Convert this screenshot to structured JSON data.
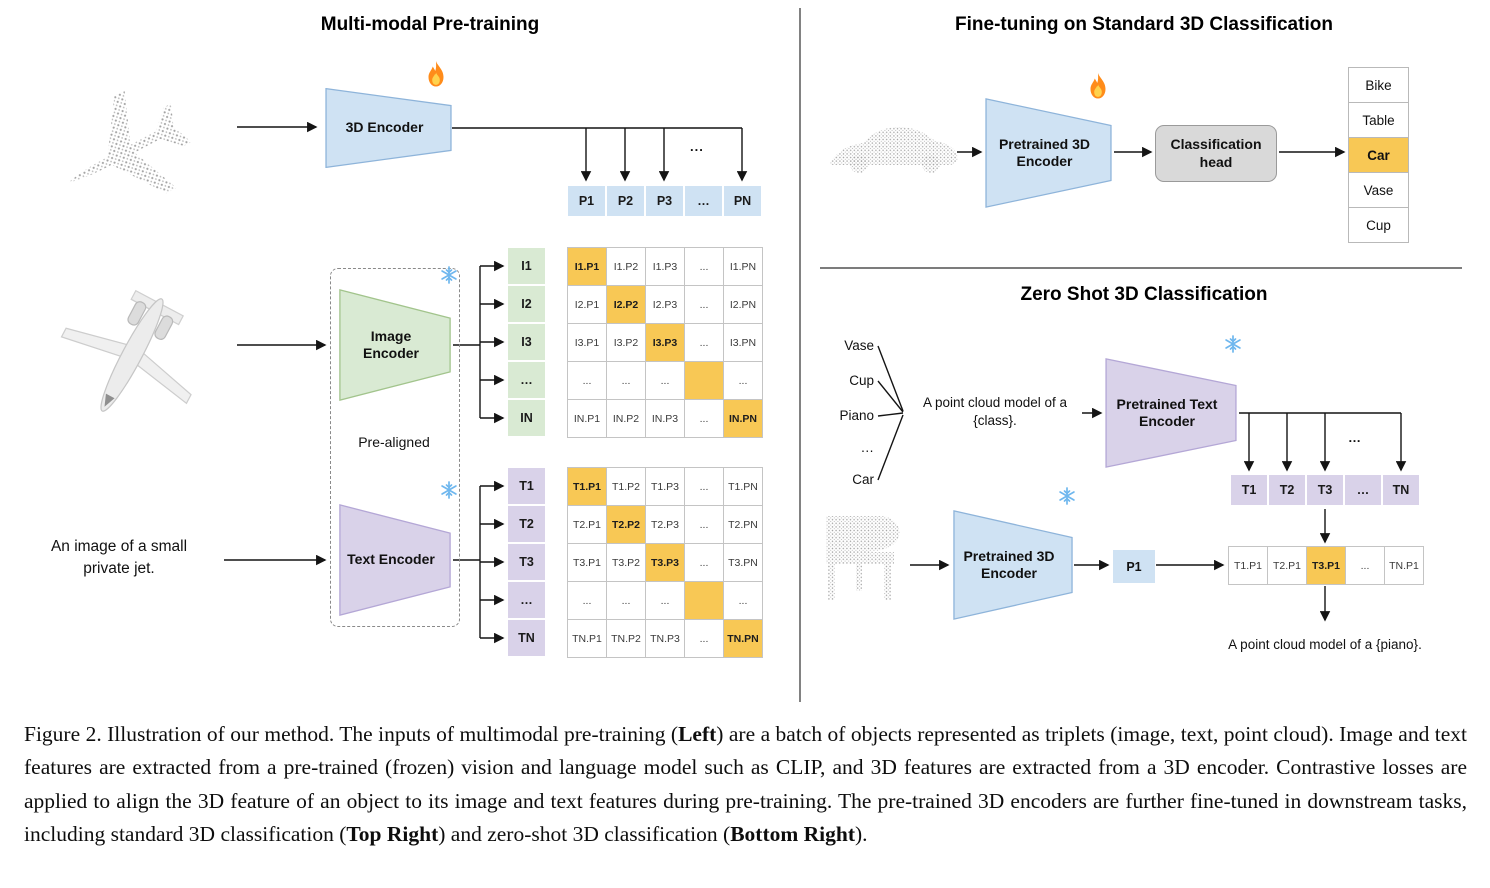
{
  "left": {
    "title": "Multi-modal Pre-training",
    "encoder3d_label": "3D Encoder",
    "image_encoder_label": "Image Encoder",
    "text_encoder_label": "Text Encoder",
    "prealigned": "Pre-aligned",
    "image_caption_input": "An image of a small private jet.",
    "drops_ellipsis": "...",
    "p_header": [
      "P1",
      "P2",
      "P3",
      "…",
      "PN"
    ],
    "i_labels": [
      "I1",
      "I2",
      "I3",
      "…",
      "IN"
    ],
    "t_labels": [
      "T1",
      "T2",
      "T3",
      "…",
      "TN"
    ],
    "i_matrix": [
      [
        "I1.P1",
        "I1.P2",
        "I1.P3",
        "...",
        "I1.PN"
      ],
      [
        "I2.P1",
        "I2.P2",
        "I2.P3",
        "...",
        "I2.PN"
      ],
      [
        "I3.P1",
        "I3.P2",
        "I3.P3",
        "...",
        "I3.PN"
      ],
      [
        "...",
        "...",
        "...",
        "",
        "..."
      ],
      [
        "IN.P1",
        "IN.P2",
        "IN.P3",
        "...",
        "IN.PN"
      ]
    ],
    "t_matrix": [
      [
        "T1.P1",
        "T1.P2",
        "T1.P3",
        "...",
        "T1.PN"
      ],
      [
        "T2.P1",
        "T2.P2",
        "T2.P3",
        "...",
        "T2.PN"
      ],
      [
        "T3.P1",
        "T3.P2",
        "T3.P3",
        "...",
        "T3.PN"
      ],
      [
        "...",
        "...",
        "...",
        "",
        "..."
      ],
      [
        "TN.P1",
        "TN.P2",
        "TN.P3",
        "...",
        "TN.PN"
      ]
    ]
  },
  "top_right": {
    "title": "Fine-tuning on Standard 3D Classification",
    "encoder_label": "Pretrained 3D Encoder",
    "head_label": "Classification head",
    "classes": [
      "Bike",
      "Table",
      "Car",
      "Vase",
      "Cup"
    ]
  },
  "bottom_right": {
    "title": "Zero Shot 3D Classification",
    "classes": [
      "Vase",
      "Cup",
      "Piano",
      "…",
      "Car"
    ],
    "prompt": "A point cloud model of a {class}.",
    "text_encoder_label": "Pretrained Text Encoder",
    "encoder3d_label": "Pretrained 3D Encoder",
    "p1_label": "P1",
    "t_row": [
      "T1",
      "T2",
      "T3",
      "…",
      "TN"
    ],
    "drops_ellipsis": "…",
    "result_row": [
      "T1.P1",
      "T2.P1",
      "T3.P1",
      "...",
      "TN.P1"
    ],
    "result_prompt": "A point cloud model of a {piano}."
  },
  "icons": {
    "fire": "fire-icon",
    "snowflake": "snowflake-icon"
  },
  "colors": {
    "encoder_blue": "#cfe2f3",
    "encoder_green": "#d9ead3",
    "encoder_purple": "#d9d2e9",
    "highlight_orange": "#f8c855",
    "head_gray": "#d9d9d9"
  },
  "caption": {
    "p1": "Figure 2. Illustration of our method. The inputs of multimodal pre-training (",
    "b1": "Left",
    "p2": ") are a batch of objects represented as triplets (image, text, point cloud). Image and text features are extracted from a pre-trained (frozen) vision and language model such as CLIP, and 3D features are extracted from a 3D encoder. Contrastive losses are applied to align the 3D feature of an object to its image and text features during pre-training. The pre-trained 3D encoders are further fine-tuned in downstream tasks, including standard 3D classification (",
    "b2": "Top Right",
    "p3": ") and zero-shot 3D classification (",
    "b3": "Bottom Right",
    "p4": ")."
  }
}
